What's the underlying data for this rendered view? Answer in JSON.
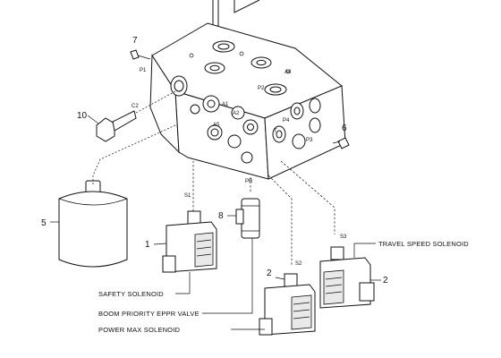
{
  "callouts": {
    "n1": "1",
    "n2a": "2",
    "n2b": "2",
    "n5": "5",
    "n6": "6",
    "n7": "7",
    "n8": "8",
    "n10": "10"
  },
  "ports": {
    "p1": "P1",
    "a4": "A4",
    "p2": "P2",
    "a1": "A1",
    "a2": "A2",
    "a5": "A5",
    "t": "T",
    "p4": "P4",
    "p3": "P3",
    "c2": "C2",
    "s1": "S1",
    "s2": "S2",
    "s3": "S3",
    "pr": "PR"
  },
  "labels": {
    "travel_speed": "TRAVEL SPEED SOLENOID",
    "safety": "SAFETY SOLENOID",
    "boom_priority": "BOOM PRIORITY EPPR VALVE",
    "power_max": "POWER MAX SOLENOID"
  }
}
